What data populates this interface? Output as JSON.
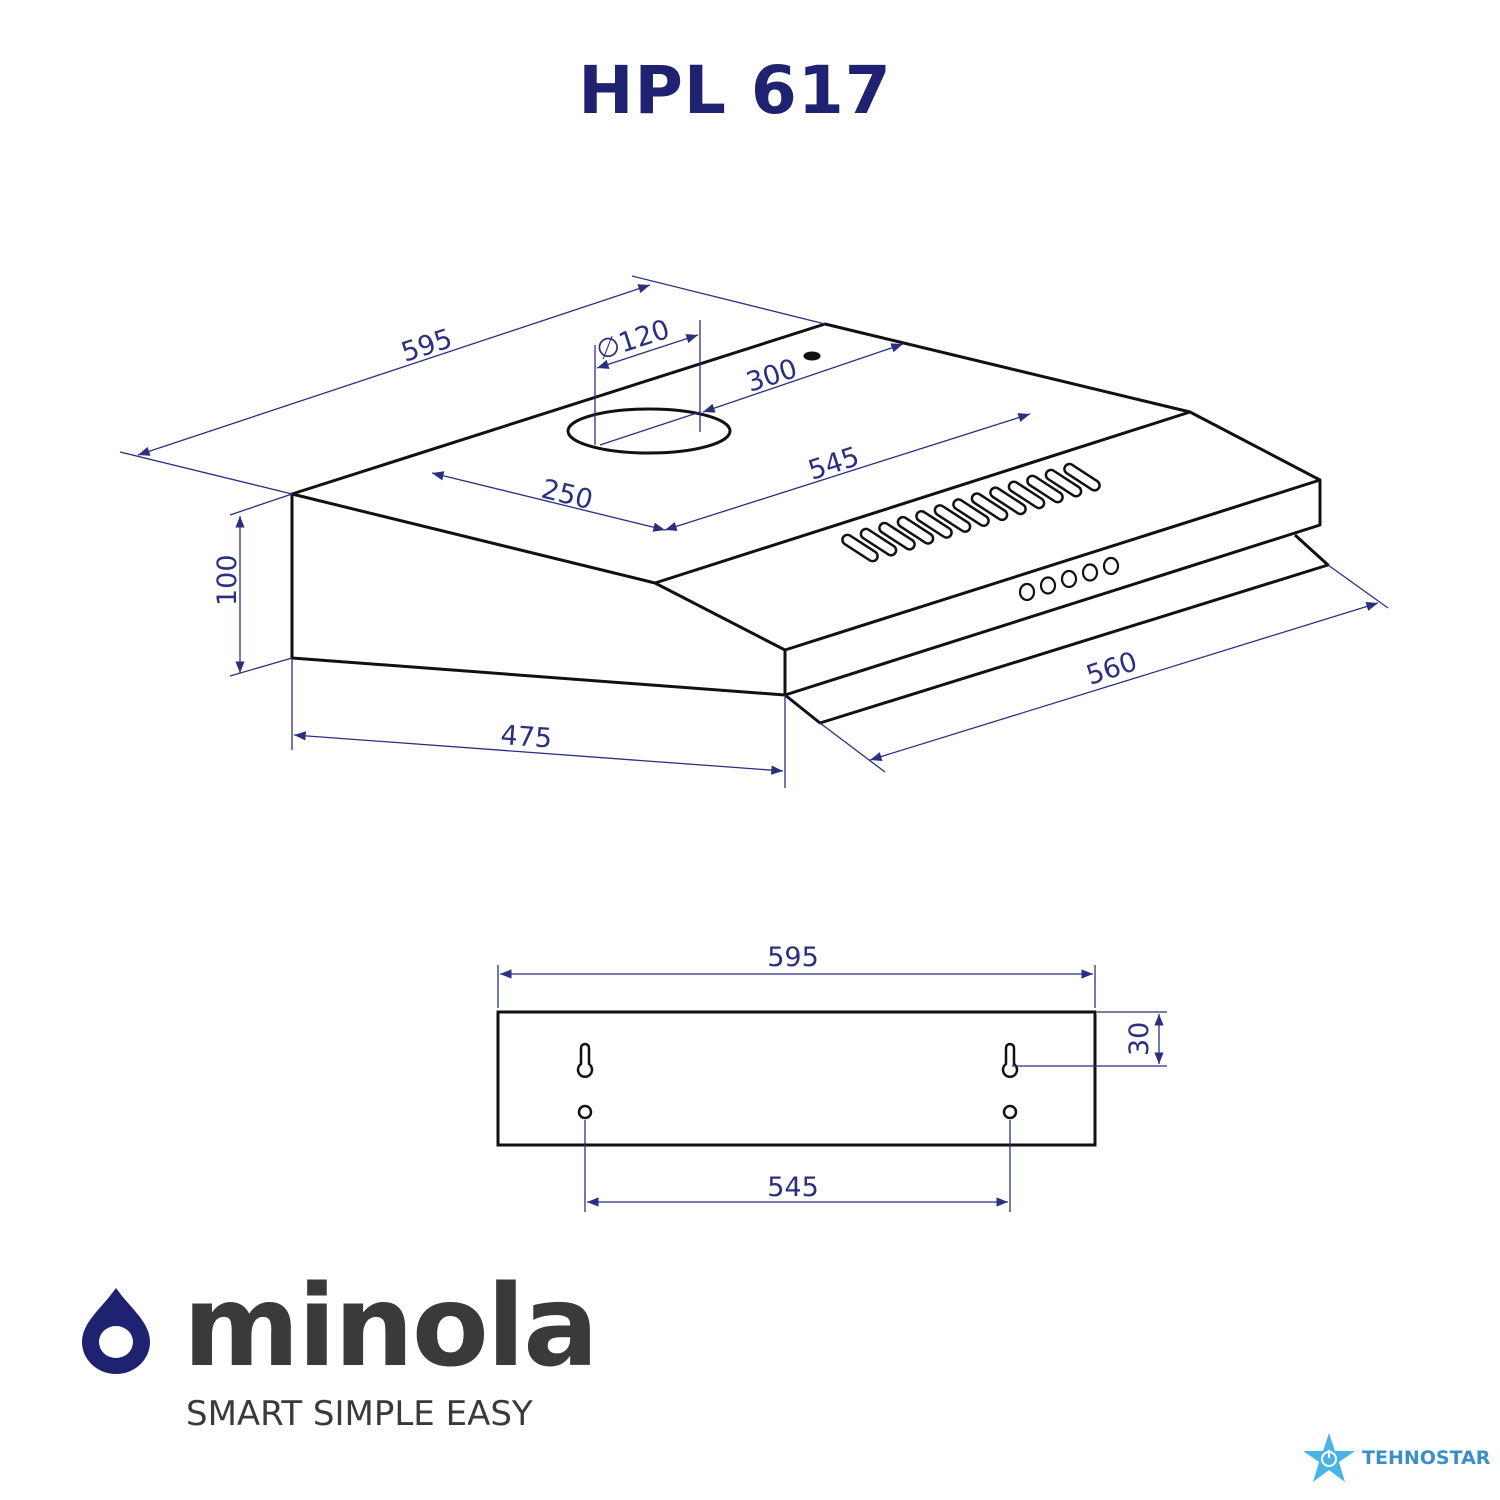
{
  "title": "HPL 617",
  "iso_view": {
    "width": "595",
    "duct_diameter": "∅120",
    "duct_offset": "300",
    "depth_side": "250",
    "inner_width": "545",
    "height": "100",
    "depth": "475",
    "front_width": "560"
  },
  "back_view": {
    "width": "595",
    "hole_offset": "30",
    "hole_spacing": "545"
  },
  "brand": {
    "name": "minola",
    "tagline": "SMART SIMPLE EASY"
  },
  "watermark": "TEHNOSTAR",
  "colors": {
    "dimension": "#2b2f7f",
    "title": "#1f2270",
    "brand": "#1f2270",
    "watermark": "#3a8fc7"
  }
}
